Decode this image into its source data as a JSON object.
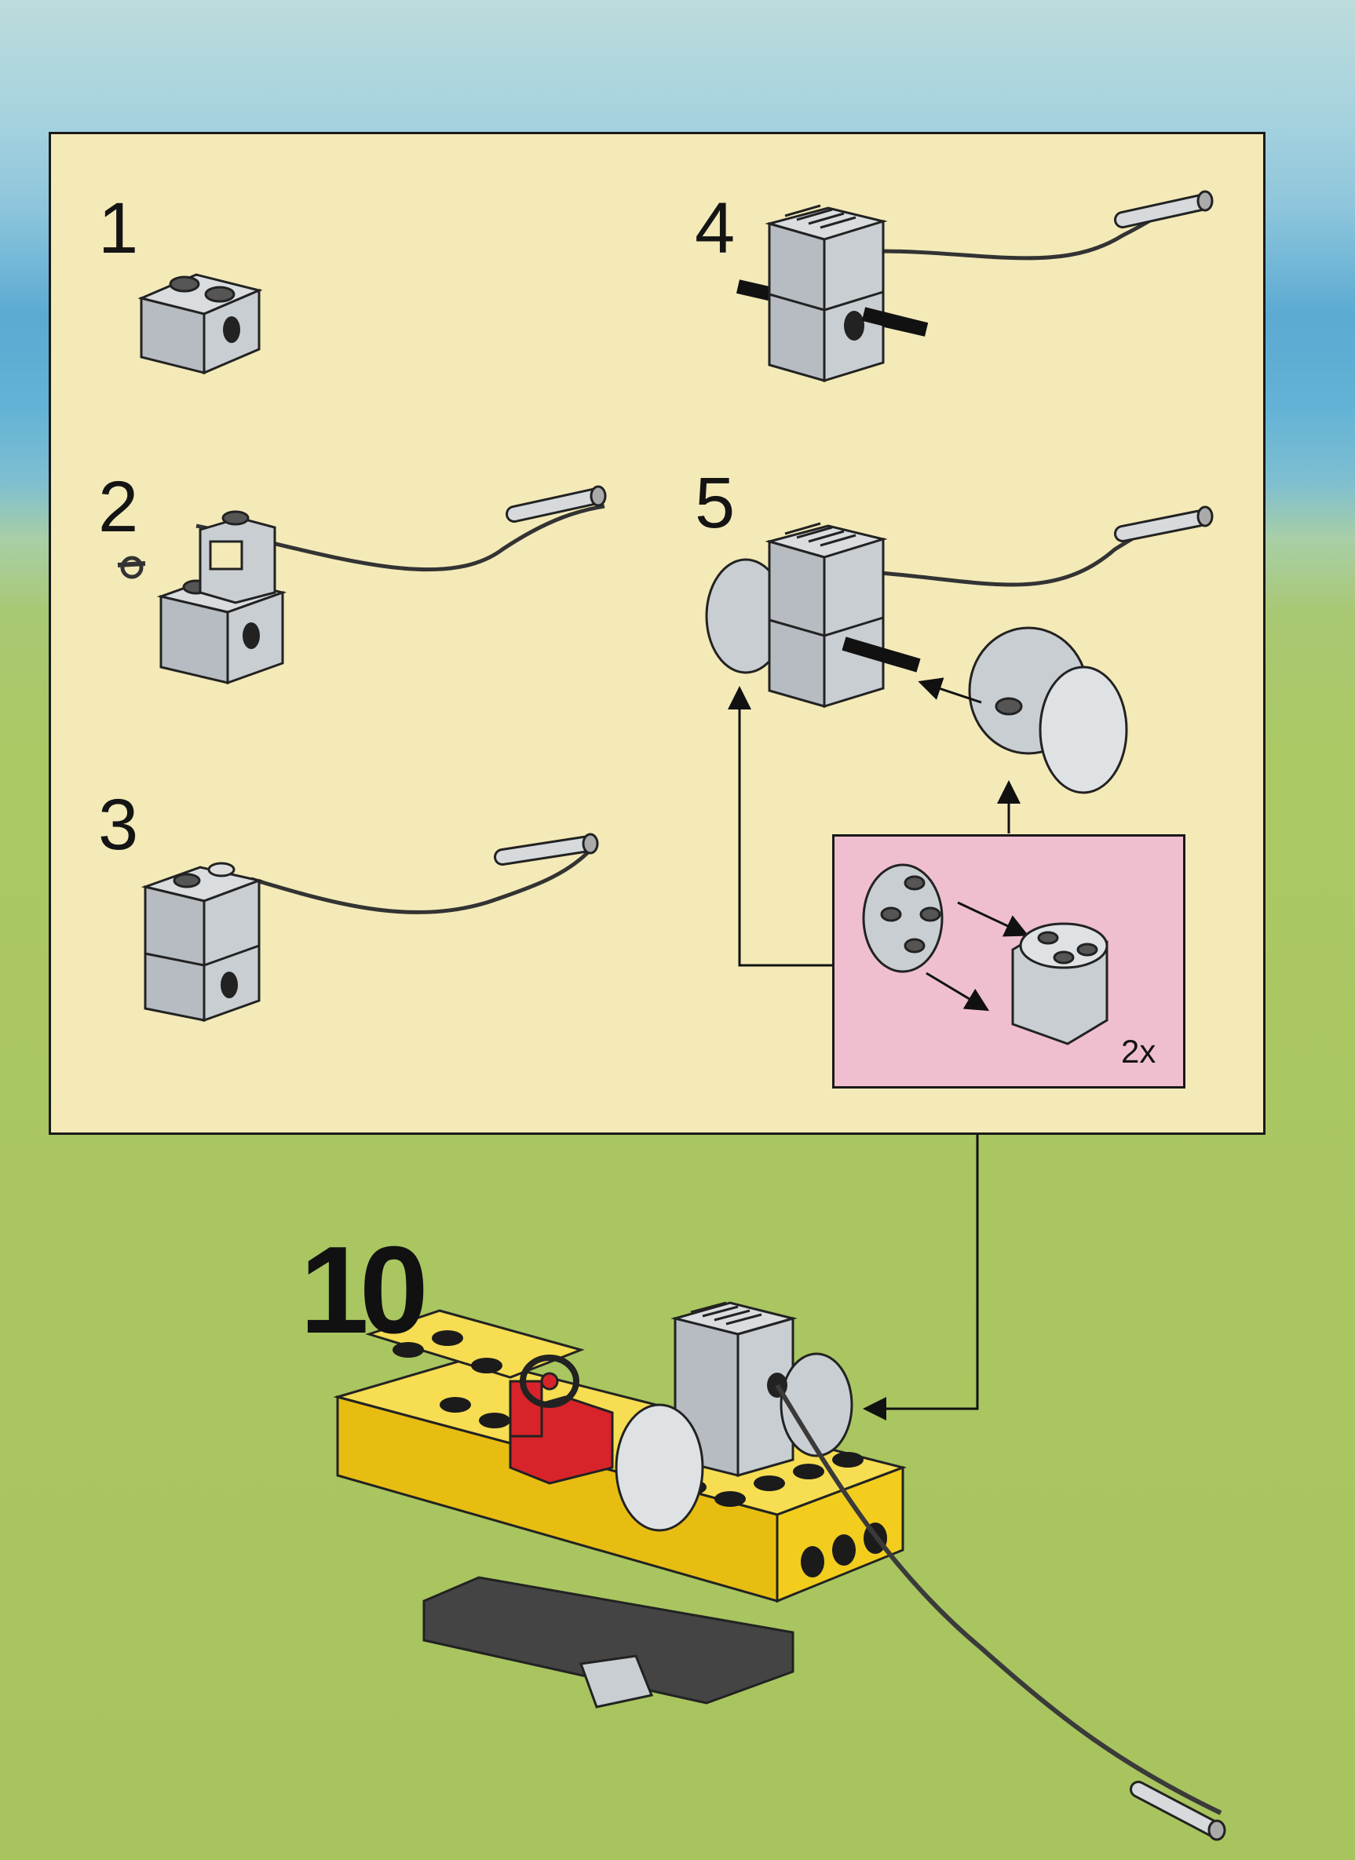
{
  "substeps": [
    {
      "number": "1"
    },
    {
      "number": "2"
    },
    {
      "number": "3"
    },
    {
      "number": "4"
    },
    {
      "number": "5"
    }
  ],
  "callout": {
    "quantity": "2x"
  },
  "main_step": {
    "number": "10"
  },
  "colors": {
    "panel": "#f3eab8",
    "callout": "#efbfd0",
    "brick_grey": "#b9bfc4",
    "brick_yellow": "#f2cd1e",
    "seat_red": "#d8232a"
  }
}
